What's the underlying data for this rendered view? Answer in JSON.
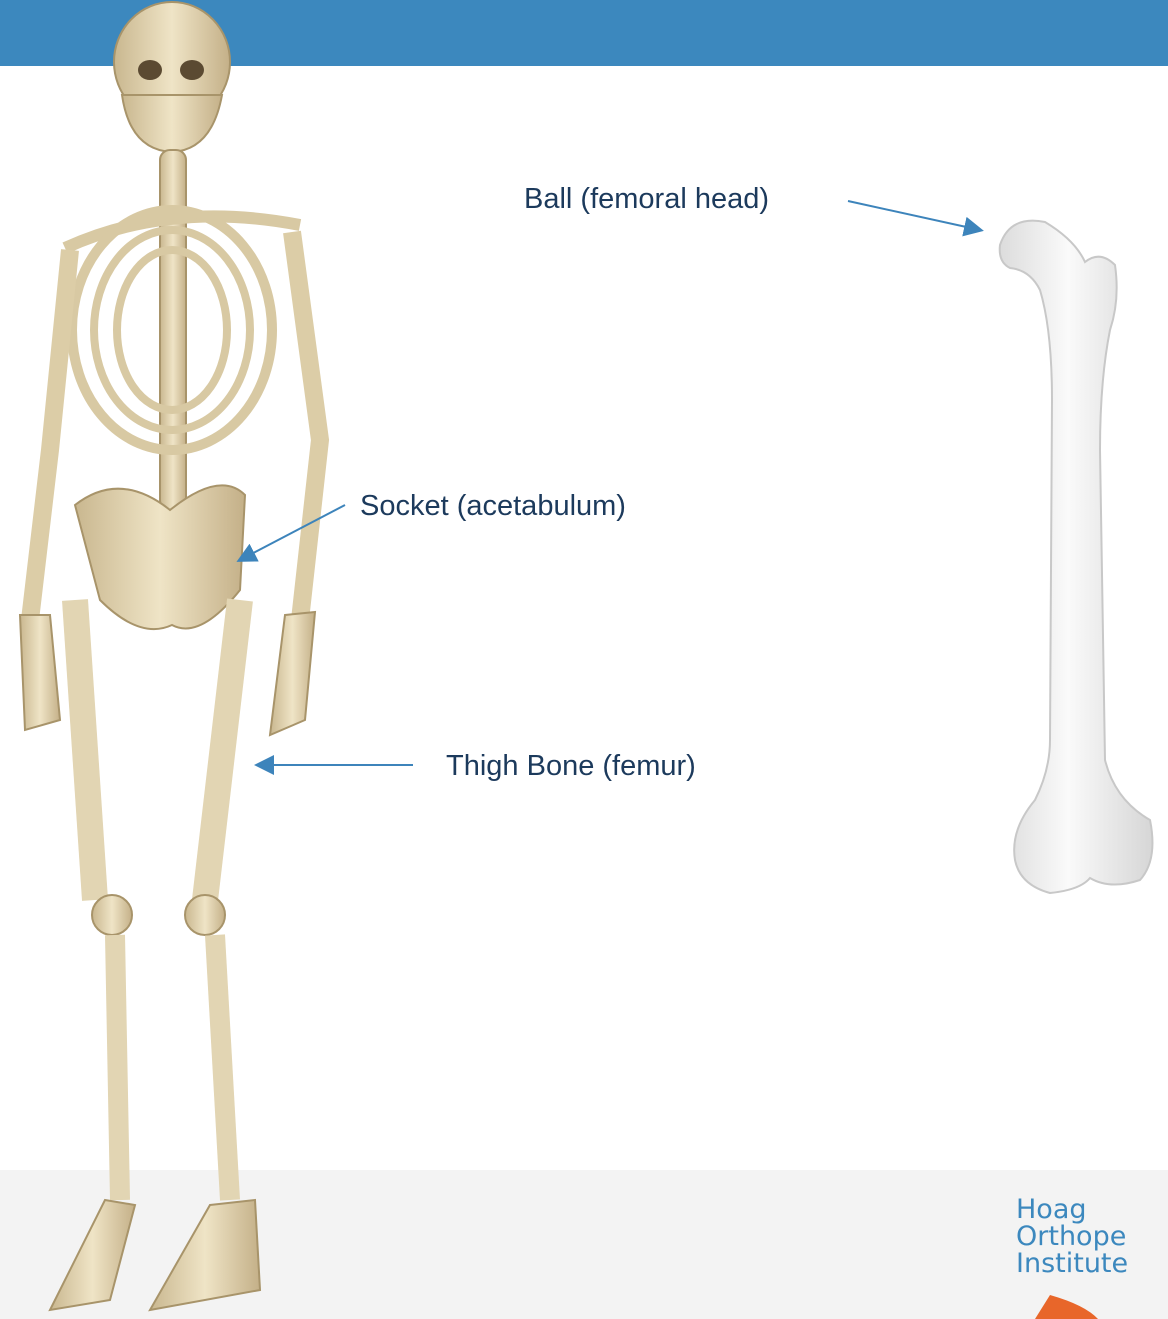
{
  "labels": {
    "femoral_head": "Ball (femoral head)",
    "acetabulum": "Socket (acetabulum)",
    "femur": "Thigh Bone (femur)"
  },
  "logo": {
    "line1": "Hoag",
    "line2": "Orthope",
    "line3": "Institute"
  },
  "colors": {
    "header": "#3c88be",
    "footer": "#f3f3f3",
    "arrow": "#3d84bb",
    "label_text": "#1c3a5c",
    "bone": "#e2d5b3",
    "femur_model": "#efefef",
    "logo_accent": "#e8662a"
  }
}
